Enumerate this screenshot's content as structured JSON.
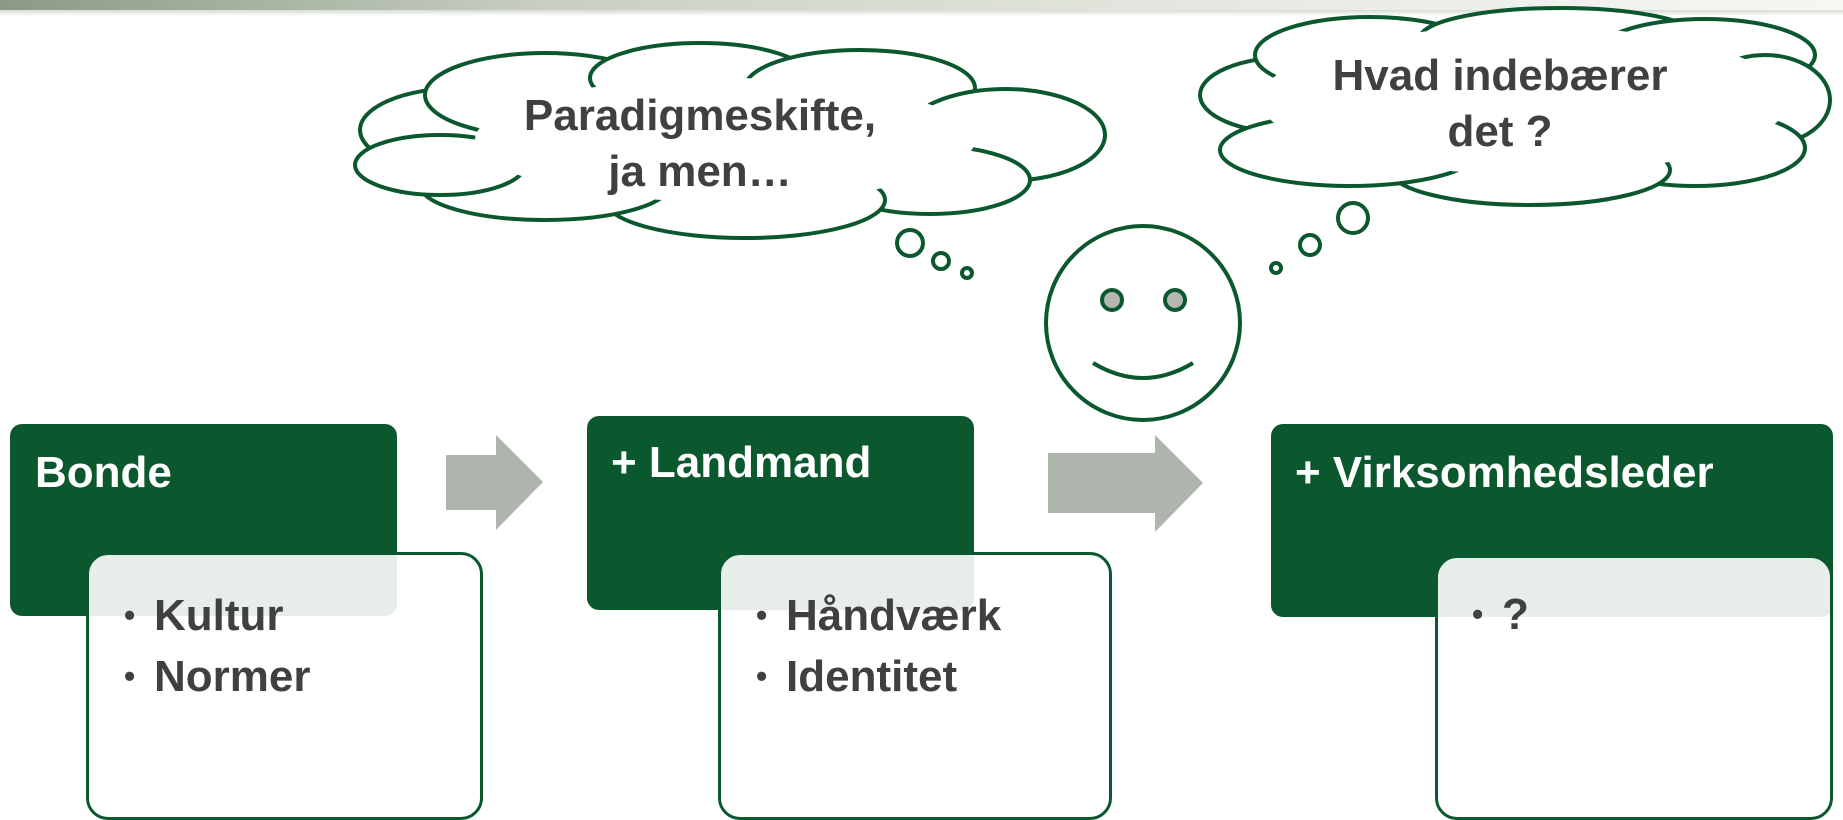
{
  "colors": {
    "dark_green": "#0b572e",
    "arrow_gray": "#aeb5ad",
    "text_gray": "#404040"
  },
  "thoughts": [
    {
      "line1": "Paradigmeskifte,",
      "line2": "ja men…"
    },
    {
      "line1": "Hvad indebærer",
      "line2": "det ?"
    }
  ],
  "stages": [
    {
      "title": "Bonde",
      "items": [
        "Kultur",
        "Normer"
      ]
    },
    {
      "title": "+ Landmand",
      "items": [
        "Håndværk",
        "Identitet"
      ]
    },
    {
      "title": "+ Virksomhedsleder",
      "items": [
        "?"
      ]
    }
  ],
  "bullet_symbol": "•",
  "icons": [
    "smiley-face-icon",
    "thought-cloud-icon",
    "right-arrow-icon"
  ]
}
